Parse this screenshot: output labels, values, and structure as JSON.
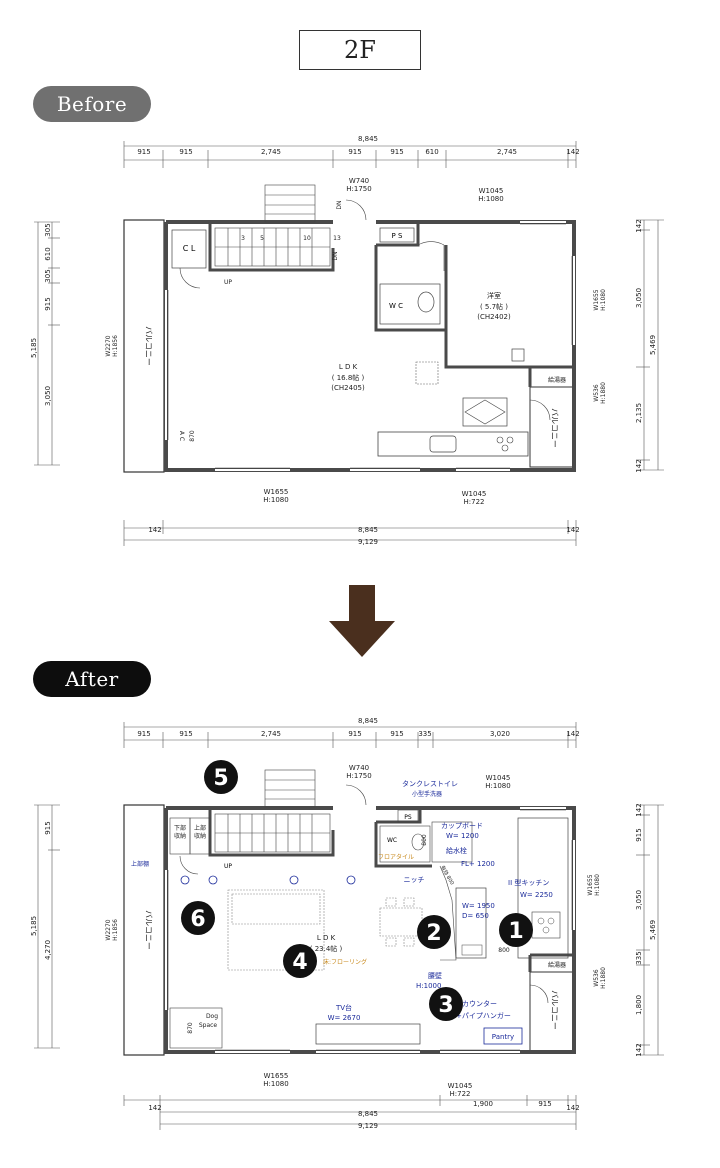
{
  "floor_label": "2F",
  "before": {
    "badge": "Before",
    "dims_top": [
      "915",
      "915",
      "2,745",
      "915",
      "915",
      "610",
      "2,745",
      "142"
    ],
    "dim_total_top": "8,845",
    "dims_left": [
      "305",
      "610",
      "305",
      "915",
      "3,050"
    ],
    "dim_left_total": "5,185",
    "dims_right": [
      "142",
      "3,050",
      "2,135",
      "142"
    ],
    "dim_right_total": "5,469",
    "dims_bottom": [
      "142",
      "8,845",
      "142"
    ],
    "dim_bottom_total": "9,129",
    "labels": {
      "cl": "C L",
      "ps": "P S",
      "wc": "W C",
      "up": "UP",
      "dn": "DN",
      "dn2": "DN",
      "ldk": "L D K",
      "ldk_size": "( 16.8帖 )",
      "ldk_ch": "(CH2405)",
      "yoshitsu": "洋室",
      "yoshitsu_size": "( 5.7帖 )",
      "yoshitsu_ch": "(CH2402)",
      "balcony_left": "バルコニー",
      "balcony_right": "バルコニー",
      "win_top_stair": "W740",
      "win_top_stair_h": "H:1750",
      "win_top_right": "W1045",
      "win_top_right_h": "H:1080",
      "win_left": "W2270",
      "win_left_h": "H:1856",
      "win_right1": "W1655",
      "win_right1_h": "H:1080",
      "win_right2": "W536",
      "win_right2_h": "H:1880",
      "win_bottom_left": "W1655",
      "win_bottom_left_h": "H:1080",
      "win_bottom_right": "W1045",
      "win_bottom_right_h": "H:722",
      "kyutoki": "給湯器",
      "ac": "A C",
      "dim870": "870",
      "stair_nums": [
        "3",
        "5",
        "10",
        "13"
      ]
    }
  },
  "after": {
    "badge": "After",
    "dims_top": [
      "915",
      "915",
      "2,745",
      "915",
      "915",
      "335",
      "3,020",
      "142"
    ],
    "dim_total_top": "8,845",
    "dims_left": [
      "915",
      "4,270"
    ],
    "dim_left_total": "5,185",
    "dims_right": [
      "142",
      "915",
      "3,050",
      "335",
      "1,800",
      "142"
    ],
    "dim_right_total": "5,469",
    "dims_bottom": [
      "142",
      "1,900",
      "915",
      "142"
    ],
    "dim_bottom_total_mid": "8,845",
    "dim_bottom_total": "9,129",
    "labels": {
      "ldk": "L D K",
      "ldk_size": "( 23.4帖 )",
      "floor": "床:フローリング",
      "tank_toilet": "タンクレストイレ",
      "hand_sink": "小型手洗器",
      "cupboard": "カップボード",
      "cupboard_w": "W= 1200",
      "water_tap": "給水栓",
      "water_fl": "FL+ 1200",
      "floor_tile": "フロアタイル",
      "niche": "ニッチ",
      "kitchen": "II 型キッチン",
      "kitchen_w": "W= 2250",
      "island_w": "W= 1950",
      "island_d": "D= 650",
      "koshikabe": "腰壁",
      "koshikabe_h": "H:1000",
      "counter": "カウンター",
      "pipe_hanger": "+パイプハンガー",
      "pantry": "Pantry",
      "tv": "TV台",
      "tv_w": "W= 2670",
      "dog": "Dog",
      "space": "Space",
      "upper_shelf": "上部棚",
      "storage1": "下部",
      "storage1b": "収納",
      "storage2": "上部",
      "storage2b": "収納",
      "wc": "WC",
      "ps": "PS",
      "up": "UP",
      "balcony_left": "バルコニー",
      "balcony_right": "バルコニー",
      "kyutoki": "給湯器",
      "win_top_stair": "W740",
      "win_top_stair_h": "H:1750",
      "win_top_right": "W1045",
      "win_top_right_h": "H:1080",
      "win_left": "W2270",
      "win_left_h": "H:1856",
      "win_right1": "W1655",
      "win_right1_h": "H:1080",
      "win_right2": "W536",
      "win_right2_h": "H:1880",
      "win_bottom_left": "W1655",
      "win_bottom_left_h": "H:1080",
      "win_bottom_right": "W1045",
      "win_bottom_right_h": "H:722",
      "dim800": "800",
      "dim800b": "800",
      "dim870": "870",
      "hatch": "有効 800",
      "markers": [
        "1",
        "2",
        "3",
        "4",
        "5",
        "6"
      ]
    }
  },
  "colors": {
    "wall": "#4a4a4a",
    "annotation_blue": "#1a2a9a",
    "annotation_orange": "#c8891c",
    "arrow": "#4a2f1e",
    "marker": "#111111"
  }
}
